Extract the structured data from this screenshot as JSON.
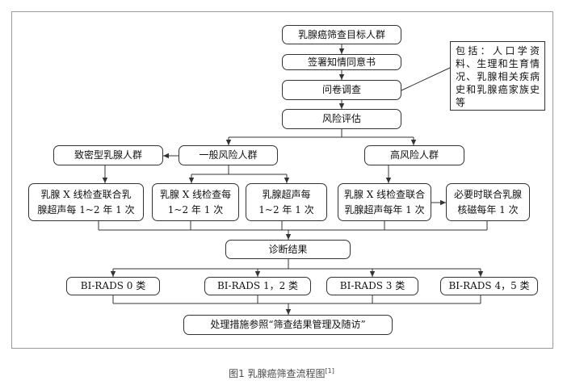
{
  "nodes": {
    "target": "乳腺癌筛查目标人群",
    "consent": "签署知情同意书",
    "questionnaire": "问卷调查",
    "risk": "风险评估",
    "dense": "致密型乳腺人群",
    "general": "一般风险人群",
    "high": "高风险人群",
    "dense_exam": "乳腺 X 线检查联合乳腺超声每 1~2 年 1 次",
    "gen_xray": "乳腺 X 线检查每 1~2 年 1 次",
    "gen_us": "乳腺超声每 1~2 年 1 次",
    "high_exam": "乳腺 X 线检查联合乳腺超声每年 1 次",
    "high_mri": "必要时联合乳腺核磁每年 1 次",
    "diagnosis": "诊断结果",
    "birads0": "BI-RADS 0 类",
    "birads12": "BI-RADS 1，2 类",
    "birads3": "BI-RADS 3 类",
    "birads45": "BI-RADS 4，5 类",
    "handling": "处理措施参照“筛查结果管理及随访”"
  },
  "note": "包括：人口学资料、生理和生育情况、乳腺相关疾病史和乳腺癌家族史等",
  "caption": {
    "text": "图1 乳腺癌筛查流程图",
    "ref": "[1]"
  }
}
